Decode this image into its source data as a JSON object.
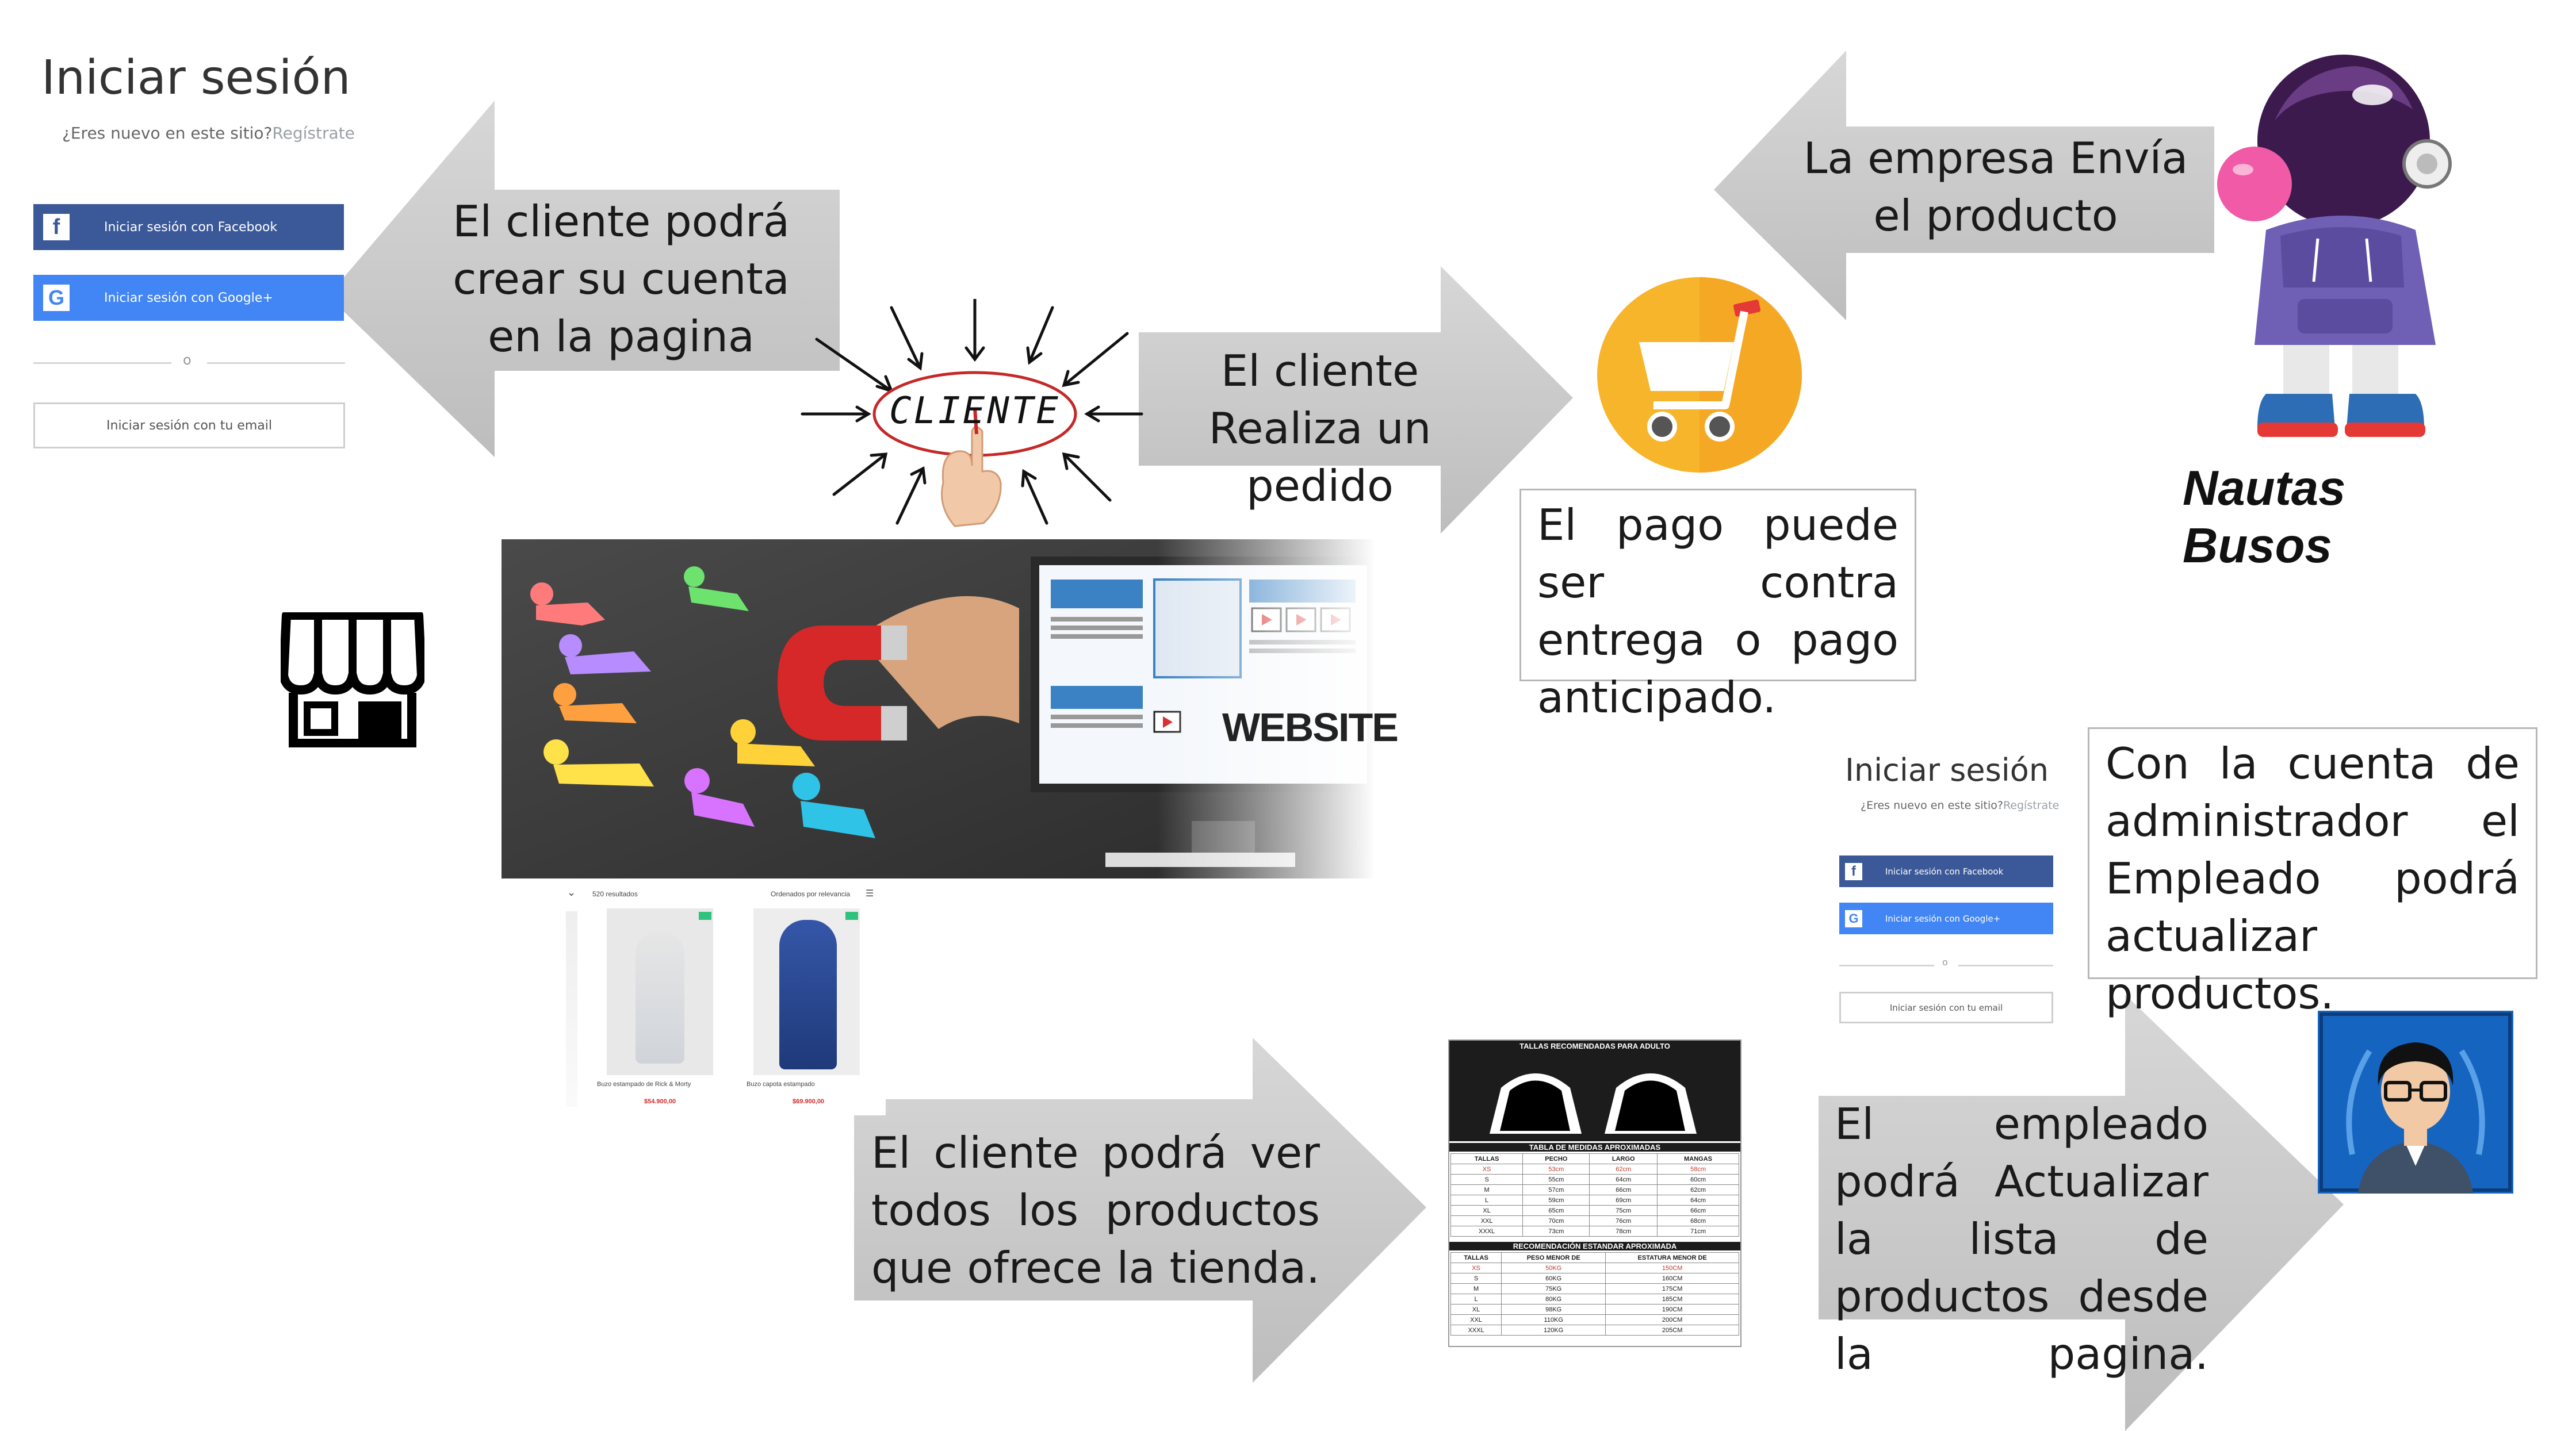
{
  "login_main": {
    "title": "Iniciar sesión",
    "subtitle": "¿Eres nuevo en este sitio?",
    "register": "Regístrate",
    "facebook": "Iniciar sesión con Facebook",
    "google": "Iniciar sesión con Google+",
    "separator": "o",
    "email": "Iniciar sesión con tu email"
  },
  "login_small": {
    "title": "Iniciar sesión",
    "subtitle": "¿Eres nuevo en este sitio?",
    "register": "Regístrate",
    "facebook": "Iniciar sesión con Facebook",
    "google": "Iniciar sesión con Google+",
    "separator": "o",
    "email": "Iniciar sesión con tu email"
  },
  "arrows": {
    "crear_cuenta": "El cliente podrá crear su cuenta en la pagina",
    "realiza_pedido": "El cliente Realiza un pedido",
    "envia_producto": "La empresa Envía el producto",
    "ver_productos": "El cliente podrá ver todos los productos que ofrece la tienda.",
    "actualizar_lista": "El empleado podrá Actualizar la lista de productos desde la pagina."
  },
  "boxes": {
    "pago": "El pago puede ser contra entrega o pago anticipado.",
    "administrador": "Con la cuenta de administrador el Empleado podrá actualizar productos."
  },
  "cliente_label": "CLIENTE",
  "website_label": "WEBSITE",
  "brand": {
    "line1": "Nautas",
    "line2": "Busos"
  },
  "catalog": {
    "results": "520 resultados",
    "sort": "Ordenados por relevancia",
    "product1_name": "Buzo estampado de Rick & Morty",
    "product1_price": "$54.900,00",
    "product2_name": "Buzo capota estampado",
    "product2_price": "$69.900,00"
  },
  "size_chart": {
    "title": "TALLAS RECOMENDADAS PARA ADULTO",
    "table1_title": "TABLA DE MEDIDAS APROXIMADAS",
    "table1_headers": [
      "TALLAS",
      "PECHO",
      "LARGO",
      "MANGAS"
    ],
    "table1_rows": [
      [
        "XS",
        "53cm",
        "62cm",
        "58cm"
      ],
      [
        "S",
        "55cm",
        "64cm",
        "60cm"
      ],
      [
        "M",
        "57cm",
        "66cm",
        "62cm"
      ],
      [
        "L",
        "59cm",
        "69cm",
        "64cm"
      ],
      [
        "XL",
        "65cm",
        "75cm",
        "66cm"
      ],
      [
        "XXL",
        "70cm",
        "76cm",
        "68cm"
      ],
      [
        "XXXL",
        "73cm",
        "78cm",
        "71cm"
      ]
    ],
    "table2_title": "RECOMENDACIÓN ESTANDAR APROXIMADA",
    "table2_headers": [
      "TALLAS",
      "PESO MENOR DE",
      "ESTATURA MENOR DE"
    ],
    "table2_rows": [
      [
        "XS",
        "50KG",
        "150CM"
      ],
      [
        "S",
        "60KG",
        "160CM"
      ],
      [
        "M",
        "75KG",
        "175CM"
      ],
      [
        "L",
        "80KG",
        "185CM"
      ],
      [
        "XL",
        "98KG",
        "190CM"
      ],
      [
        "XXL",
        "110KG",
        "200CM"
      ],
      [
        "XXXL",
        "120KG",
        "205CM"
      ]
    ]
  },
  "colors": {
    "arrow_fill": "#c9c9c9",
    "facebook": "#3b5998",
    "google": "#4285f4",
    "cart_yellow": "#f7b52c",
    "price_red": "#d62828"
  }
}
